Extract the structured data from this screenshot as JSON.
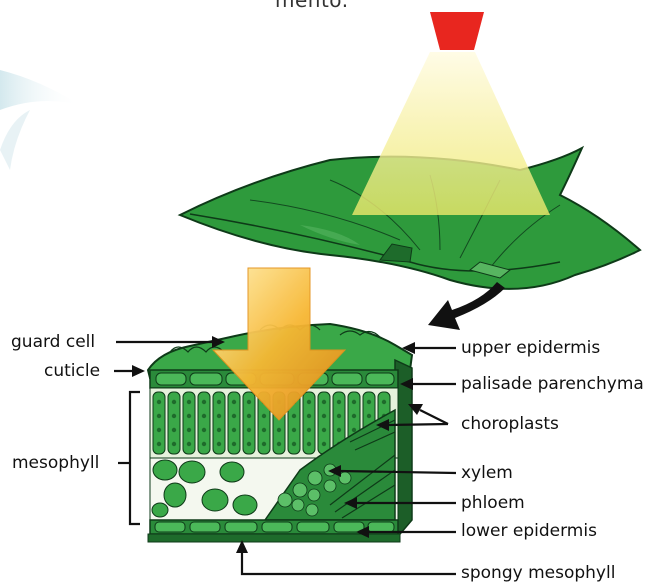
{
  "caption_fragment": "mento.",
  "labels": {
    "guard_cell": "guard cell",
    "cuticle": "cuticle",
    "mesophyll": "mesophyll",
    "upper_epidermis": "upper epidermis",
    "palisade_parenchyma": "palisade parenchyma",
    "choroplasts": "choroplasts",
    "xylem": "xylem",
    "phloem": "phloem",
    "lower_epidermis": "lower epidermis",
    "spongy_mesophyll": "spongy mesophyll"
  },
  "colors": {
    "lamp": "#e8261f",
    "light_beam": "#f2ef8e",
    "leaf_green": "#2e9a3c",
    "leaf_dark": "#1e6b2b",
    "arrow_orange": "#f5a623",
    "label_arrow": "#111111"
  }
}
